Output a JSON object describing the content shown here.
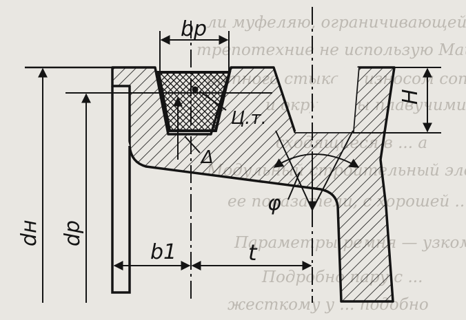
{
  "background_text": [
    "ли муфеляю, ограничивающей неприли",
    "трепотехние не использую Маш",
    "ортного стыка, с износом сопри",
    "и окружены плавучими по",
    "сходящиеся в ... а",
    "Модульный строительный элемент",
    "ее показатели, с хорошей ...",
    "Параметры ремня — узкому",
    "Подробно пару с ...",
    "жесткому у ... подобно"
  ],
  "labels": {
    "bp": "bp",
    "center_of_gravity": "Ц.т.",
    "delta": "Δ",
    "H": "H",
    "phi": "φ",
    "dn": "dн",
    "dp": "dp",
    "b1": "b1",
    "t": "t"
  },
  "colors": {
    "ink": "#141414",
    "paper": "#e9e7e2",
    "faded_text": "#bdb9b2"
  }
}
